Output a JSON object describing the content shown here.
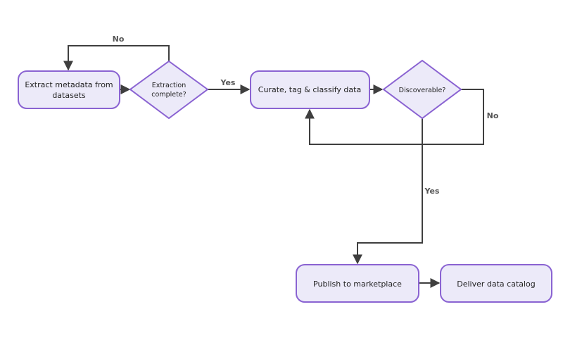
{
  "colors": {
    "node_fill": "#ECEAF9",
    "node_stroke": "#8A63D2",
    "edge": "#3f3f3f",
    "label_text": "#555555"
  },
  "nodes": {
    "extract": {
      "line1": "Extract metadata from",
      "line2": "datasets"
    },
    "extraction_complete": {
      "line1": "Extraction",
      "line2": "complete?"
    },
    "curate": {
      "label": "Curate, tag & classify data"
    },
    "discoverable": {
      "label": "Discoverable?"
    },
    "publish": {
      "label": "Publish to marketplace"
    },
    "deliver": {
      "label": "Deliver data catalog"
    }
  },
  "edges": {
    "no_retry_extract": "No",
    "yes_to_curate": "Yes",
    "no_retry_curate": "No",
    "yes_to_publish": "Yes"
  }
}
